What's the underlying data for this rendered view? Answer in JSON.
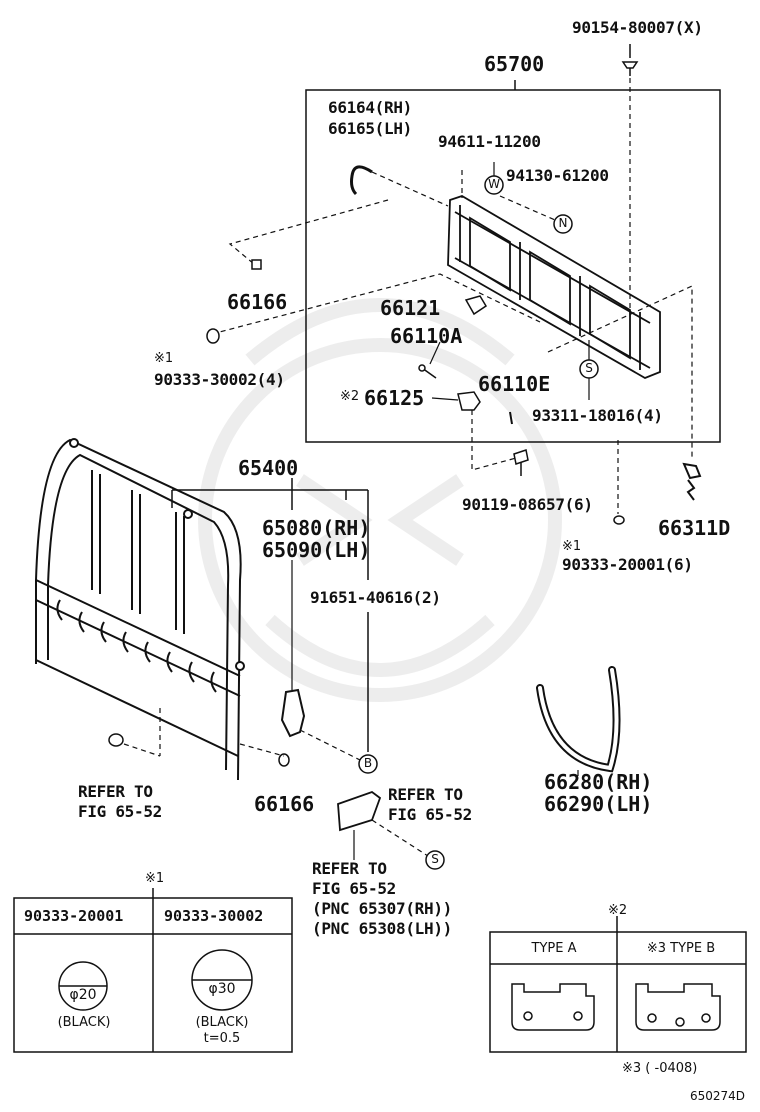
{
  "labels": {
    "p90154": "90154-80007(X)",
    "p65700": "65700",
    "p66164": "66164(RH)",
    "p66165": "66165(LH)",
    "p94611": "94611-11200",
    "p94130": "94130-61200",
    "p66166_top": "66166",
    "p66121": "66121",
    "p66110A": "66110A",
    "note1_a": "※1",
    "p90333_30002": "90333-30002(4)",
    "note2_a": "※2",
    "p66125": "66125",
    "p66110E": "66110E",
    "p93311": "93311-18016(4)",
    "p65400": "65400",
    "p65080": "65080(RH)",
    "p65090": "65090(LH)",
    "p90119": "90119-08657(6)",
    "p66311D": "66311D",
    "note1_b": "※1",
    "p90333_20001": "90333-20001(6)",
    "p91651": "91651-40616(2)",
    "refer_l1": "REFER TO",
    "refer_l2": "FIG 65-52",
    "p66166_bot": "66166",
    "refer_c1": "REFER TO",
    "refer_c2": "FIG 65-52",
    "p66280": "66280(RH)",
    "p66290": "66290(LH)",
    "refer_b1": "REFER TO",
    "refer_b2": "FIG 65-52",
    "refer_b3": "(PNC 65307(RH))",
    "refer_b4": "(PNC 65308(LH))",
    "circle_W": "W",
    "circle_N": "N",
    "circle_S1": "S",
    "circle_S2": "S",
    "circle_B": "B",
    "figure_id": "650274D"
  },
  "table1": {
    "note": "※1",
    "col1_header": "90333-20001",
    "col2_header": "90333-30002",
    "col1_dia": "φ20",
    "col2_dia": "φ30",
    "col1_color": "(BLACK)",
    "col2_color": "(BLACK)",
    "col2_thickness": "t=0.5"
  },
  "table2": {
    "note": "※2",
    "col1_header": "TYPE A",
    "col2_header": "※3 TYPE B",
    "footnote": "※3 (      -0408)"
  }
}
